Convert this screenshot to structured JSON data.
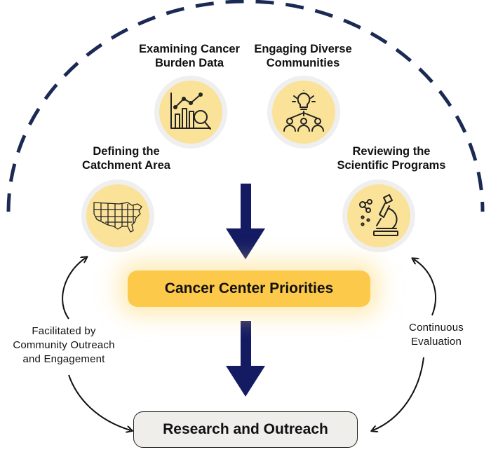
{
  "stages": [
    {
      "id": "catchment",
      "lines": [
        "Defining the",
        "Catchment Area"
      ],
      "icon": "us-map-icon"
    },
    {
      "id": "burden",
      "lines": [
        "Examining Cancer",
        "Burden Data"
      ],
      "icon": "data-analysis-icon"
    },
    {
      "id": "communities",
      "lines": [
        "Engaging Diverse",
        "Communities"
      ],
      "icon": "idea-people-icon"
    },
    {
      "id": "programs",
      "lines": [
        "Reviewing the",
        "Scientific Programs"
      ],
      "icon": "microscope-icon"
    }
  ],
  "priorities": "Cancer Center Priorities",
  "outcome": "Research and Outreach",
  "left_note": [
    "Facilitated by",
    "Community Outreach",
    "and Engagement"
  ],
  "right_note": [
    "Continuous",
    "Evaluation"
  ],
  "colors": {
    "arc": "#1b2a55",
    "arrow": "#141b63",
    "node_fill": "#fbe299",
    "node_ring": "#efefef",
    "priority_fill": "#fdc94a",
    "outcome_fill": "#efeeeb"
  }
}
